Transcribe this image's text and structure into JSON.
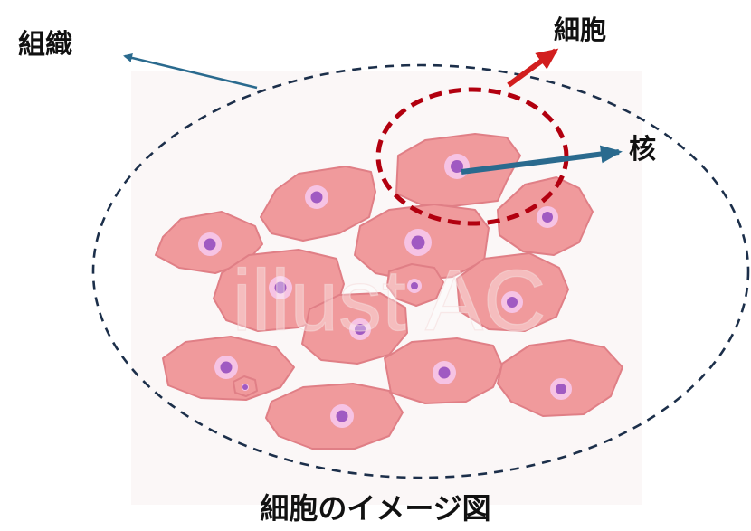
{
  "labels": {
    "tissue": "組織",
    "cell": "細胞",
    "nucleus": "核",
    "title": "細胞のイメージ図"
  },
  "watermark": "illust AC",
  "colors": {
    "cell_fill": "#f09a9c",
    "cell_edge": "#e07f86",
    "nucleus_halo": "#f6c3e4",
    "nucleus": "#a05ac2",
    "tissue_outline": "#1c2f4a",
    "cell_highlight": "#b2000f",
    "cell_arrow": "#d21e1e",
    "pointer_arrow": "#2a6a8e",
    "background_panel": "#fbf7f7"
  },
  "cells": [
    {
      "id": "cell-1"
    },
    {
      "id": "cell-2"
    },
    {
      "id": "cell-3"
    },
    {
      "id": "cell-4"
    },
    {
      "id": "cell-5"
    },
    {
      "id": "cell-6"
    },
    {
      "id": "cell-7"
    },
    {
      "id": "cell-8"
    },
    {
      "id": "cell-9"
    },
    {
      "id": "cell-10"
    },
    {
      "id": "cell-11"
    },
    {
      "id": "cell-12"
    },
    {
      "id": "cell-13"
    },
    {
      "id": "cell-14"
    }
  ]
}
